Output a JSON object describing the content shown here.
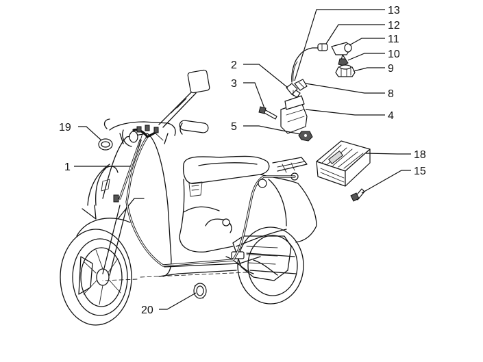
{
  "callouts": {
    "c1": "1",
    "c2": "2",
    "c3": "3",
    "c4": "4",
    "c5": "5",
    "c8": "8",
    "c9": "9",
    "c10": "10",
    "c11": "11",
    "c12": "12",
    "c13": "13",
    "c15": "15",
    "c18": "18",
    "c19": "19",
    "c20": "20"
  }
}
